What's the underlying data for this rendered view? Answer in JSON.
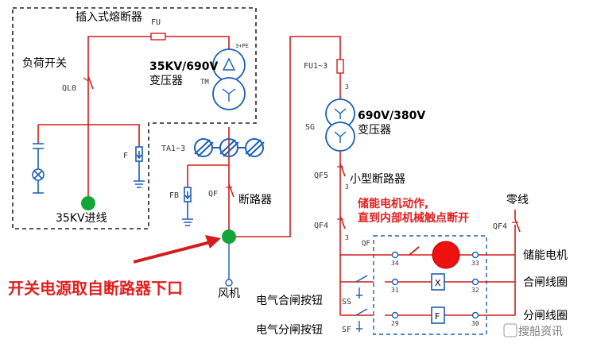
{
  "labels": {
    "fuse_block": "插入式熔断器",
    "fu": "FU",
    "load_switch": "负荷开关",
    "ql0": "QL0",
    "tm_rating": "35KV/690V",
    "tm_name": "变压器",
    "tm": "TM",
    "tm_tag": "3+PE",
    "fu1": "FU1~3",
    "sg_rating": "690V/380V",
    "sg_name": "变压器",
    "sg": "SG",
    "ta": "TA1~3",
    "f": "F",
    "fb": "FB",
    "qf": "QF",
    "breaker": "断路器",
    "qf5": "QF5",
    "mini_breaker": "小型断路器",
    "qf4": "QF4",
    "qf4_right": "QF4",
    "neutral": "零线",
    "incoming": "35KV进线",
    "wind": "风机",
    "red_note_1": "储能电机动作,",
    "red_note_2": "直到内部机械触点断开",
    "main_note": "开关电源取自断路器下口",
    "motor": "储能电机",
    "close_coil": "合闸线圈",
    "open_coil": "分闸线圈",
    "close_btn": "电气合闸按钮",
    "open_btn": "电气分闸按钮",
    "ss": "SS",
    "sf": "SF",
    "qf_inner": "QF",
    "x_coil": "X",
    "f_coil": "F",
    "t34": "34",
    "t33": "33",
    "t31": "31",
    "t32": "32",
    "t29": "29",
    "t30": "30",
    "n3a": "3",
    "n3b": "3",
    "n3c": "3",
    "watermark": "搜船资讯"
  },
  "colors": {
    "wire": "#d41c1c",
    "device": "#1a5fb4",
    "node": "#13a538",
    "motor": "#ee1111",
    "arrow": "#d41c1c"
  },
  "icons": [
    "transformer-icon",
    "transformer-icon",
    "lamp-icon",
    "arrester-icon",
    "ground-icon",
    "ct-icon",
    "arrow-icon",
    "contact-icon",
    "motor-icon",
    "coil-icon"
  ]
}
